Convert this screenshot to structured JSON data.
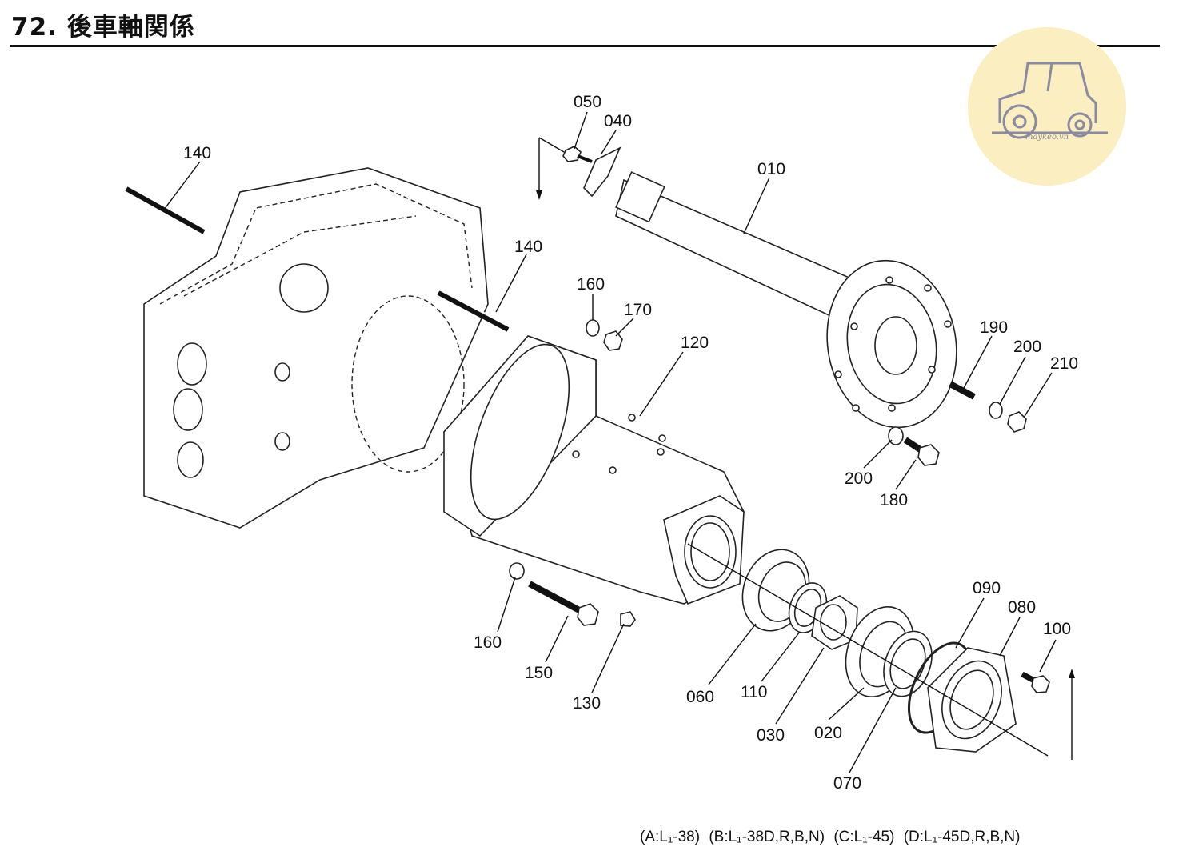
{
  "page": {
    "title": "72. 後車軸関係",
    "logo_text": "maykeo.vn",
    "footer": [
      "(A:L₁-38)",
      "(B:L₁-38D,R,B,N)",
      "(C:L₁-45)",
      "(D:L₁-45D,R,B,N)"
    ]
  },
  "callouts": [
    "050",
    "040",
    "010",
    "140",
    "140",
    "160",
    "170",
    "120",
    "190",
    "200",
    "210",
    "200",
    "180",
    "160",
    "150",
    "130",
    "060",
    "110",
    "030",
    "020",
    "070",
    "090",
    "080",
    "100"
  ],
  "colors": {
    "ink": "#111111",
    "logo_bg": "#fbeec0",
    "logo_ink": "#8a8aa0"
  }
}
